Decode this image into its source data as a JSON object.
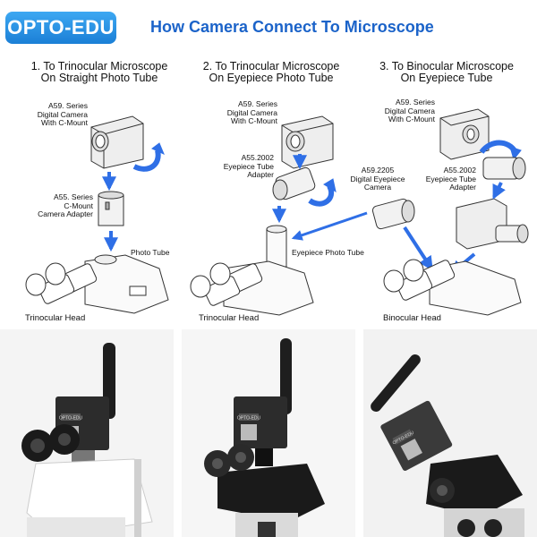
{
  "brand": "OPTO-EDU",
  "title": "How Camera Connect To Microscope",
  "colors": {
    "accent": "#1b63c9",
    "arrow": "#2f6fe6",
    "badge": "#2a93e6"
  },
  "columns": [
    {
      "heading_line1": "1. To Trinocular Microscope",
      "heading_line2": "On Straight Photo Tube",
      "camera_label": "A59. Series\nDigital Camera\nWith C-Mount",
      "adapter_label": "A55. Series\nC-Mount\nCamera Adapter",
      "tube_label": "Photo Tube",
      "head_label": "Trinocular Head"
    },
    {
      "heading_line1": "2. To Trinocular Microscope",
      "heading_line2": "On Eyepiece Photo Tube",
      "camera_label": "A59. Series\nDigital Camera\nWith C-Mount",
      "adapter_label": "A55.2002\nEyepiece Tube\nAdapter",
      "tube_label": "Eyepiece Photo Tube",
      "head_label": "Trinocular Head"
    },
    {
      "heading_line1": "3. To Binocular Microscope",
      "heading_line2": "On Eyepiece Tube",
      "camera_label": "A59. Series\nDigital Camera\nWith C-Mount",
      "eyepiece_camera_label": "A59.2205\nDigital Eyepiece\nCamera",
      "adapter_label": "A55.2002\nEyepiece Tube\nAdapter",
      "head_label": "Binocular  Head"
    }
  ],
  "photos": [
    {
      "camera_tag": "OPTO-EDU"
    },
    {
      "camera_tag": "OPTO-EDU"
    },
    {
      "camera_tag": "OPTO-EDU"
    }
  ]
}
